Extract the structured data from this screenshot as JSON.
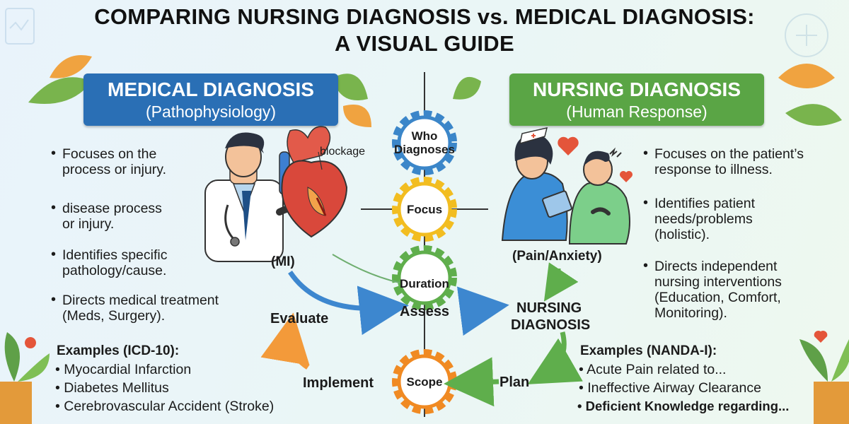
{
  "title": {
    "line1": "COMPARING NURSING DIAGNOSIS vs. MEDICAL DIAGNOSIS:",
    "line2": "A VISUAL GUIDE"
  },
  "medical": {
    "heading": "MEDICAL DIAGNOSIS",
    "subheading": "(Pathophysiology)",
    "bullets": [
      {
        "l1": "Focuses on the",
        "l2": "process or injury."
      },
      {
        "l1": "disease process",
        "l2": "or injury."
      },
      {
        "l1": "Identifies specific",
        "l2": "pathology/cause."
      },
      {
        "l1": "Directs medical treatment",
        "l2": "(Meds, Surgery)."
      }
    ],
    "examples_title": "Examples (ICD-10):",
    "examples": [
      "Myocardial Infarction",
      "Diabetes Mellitus",
      "Cerebrovascular Accident (Stroke)"
    ],
    "heart_label": "blockage",
    "condition_label": "(MI)"
  },
  "nursing": {
    "heading": "NURSING DIAGNOSIS",
    "subheading": "(Human Response)",
    "bullets": [
      {
        "l1": "Focuses on the patient’s",
        "l2": "response to illness.",
        "l3": ""
      },
      {
        "l1": "Identifies patient",
        "l2": "needs/problems",
        "l3": "(holistic)."
      },
      {
        "l1": "Directs independent",
        "l2": "nursing interventions",
        "l3": "(Education, Comfort,",
        "l4": "Monitoring)."
      }
    ],
    "examples_title": "Examples (NANDA-I):",
    "examples": [
      "Acute Pain related to...",
      "Ineffective Airway Clearance",
      "Deficient Knowledge regarding..."
    ],
    "condition_label": "(Pain/Anxiety)"
  },
  "gears": {
    "who": {
      "l1": "Who",
      "l2": "Diagnoses"
    },
    "focus": "Focus",
    "duration": "Duration",
    "scope": "Scope"
  },
  "cycle": {
    "assess": "Assess",
    "nursing_dx_l1": "NURSING",
    "nursing_dx_l2": "DIAGNOSIS",
    "plan": "Plan",
    "implement": "Implement",
    "evaluate": "Evaluate"
  },
  "colors": {
    "medical_blue": "#2a6fb5",
    "nursing_green": "#5aa545",
    "gear_blue": "#3b86c9",
    "gear_yellow": "#f2bd21",
    "gear_orange": "#f08a23",
    "arrow_blue": "#3d87cf",
    "arrow_green": "#5fae4c",
    "arrow_orange": "#f39a3a"
  }
}
